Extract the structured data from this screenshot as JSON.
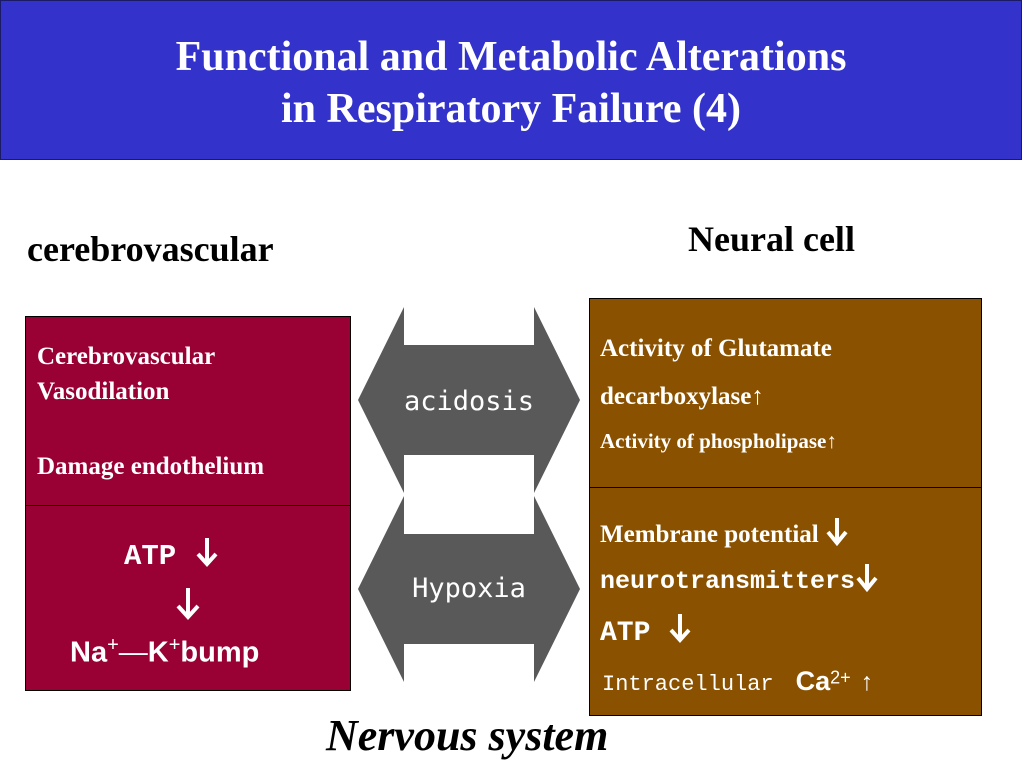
{
  "title": {
    "line1": "Functional  and  Metabolic  Alterations",
    "line2": "in Respiratory Failure  (4)"
  },
  "left_heading": "cerebrovascular",
  "right_heading": "Neural cell",
  "cerebrovascular_box": {
    "line1": "Cerebrovascular",
    "line2": "Vasodilation",
    "line3": "Damage endothelium"
  },
  "atp_box": {
    "atp": "ATP",
    "na_k": "Na",
    "plus1": "+",
    "dash": "—",
    "k": "K",
    "plus2": "+",
    "bump": "bump"
  },
  "arrows": {
    "acidosis": "acidosis",
    "hypoxia": "Hypoxia"
  },
  "neural_box_top": {
    "line1": "Activity of Glutamate",
    "line2": "decarboxylase↑",
    "line3": "Activity of  phospholipase↑"
  },
  "neural_box_bottom": {
    "line1": "Membrane potential",
    "line2": "neurotransmitters",
    "line3": "ATP",
    "line4a": "Intracellular",
    "line4b": "Ca",
    "line4sup": "2+",
    "line4c": "↑"
  },
  "down_arrow": "↓",
  "footer": "Nervous  system",
  "colors": {
    "title_bg": "#3333cc",
    "cerebro_box": "#990033",
    "neural_box": "#8a5200",
    "arrow_shape": "#595959"
  }
}
